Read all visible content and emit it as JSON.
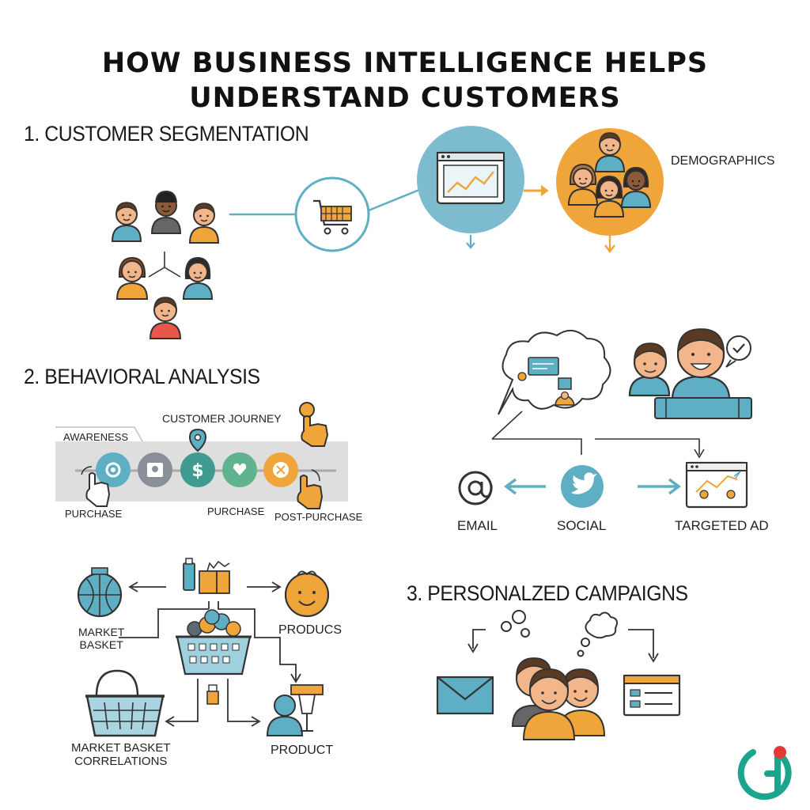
{
  "title": {
    "line1": "HOW BUSINESS INTELLIGENCE HELPS",
    "line2": "UNDERSTAND CUSTOMERS"
  },
  "section1": {
    "heading": "1. CUSTOMER SEGMENTATION",
    "demographics_label": "DEMOGRAPHICS"
  },
  "section2": {
    "heading": "2. BEHAVIORAL ANALYSIS",
    "journey_label": "CUSTOMER JOURNEY",
    "awareness_label": "AWARENESS",
    "purchase_left_label": "PURCHASE",
    "purchase_mid_label": "PURCHASE",
    "post_purchase_label": "POST-PURCHASE",
    "email_label": "EMAIL",
    "social_label": "SOCIAL",
    "targeted_ad_label": "TARGETED AD"
  },
  "market": {
    "market_basket_label_1": "MARKET",
    "market_basket_label_2": "BASKET",
    "products_label": "PRODUCS",
    "correlations_label_1": "MARKET BASKET",
    "correlations_label_2": "CORRELATIONS",
    "product_label": "PRODUCT"
  },
  "section3": {
    "heading": "3. PERSONALZED CAMPAIGNS"
  },
  "colors": {
    "teal": "#5fafc4",
    "orange": "#f0a53a",
    "dark": "#333333",
    "skin": "#f3b68a",
    "logo_green": "#1aa58c",
    "logo_red": "#e53935"
  },
  "icons": [
    "shopping-cart-icon",
    "line-chart-icon",
    "basket-icon",
    "email-icon",
    "social-bird-icon",
    "targeted-ad-icon",
    "envelope-icon",
    "document-icon",
    "logo-icon"
  ]
}
